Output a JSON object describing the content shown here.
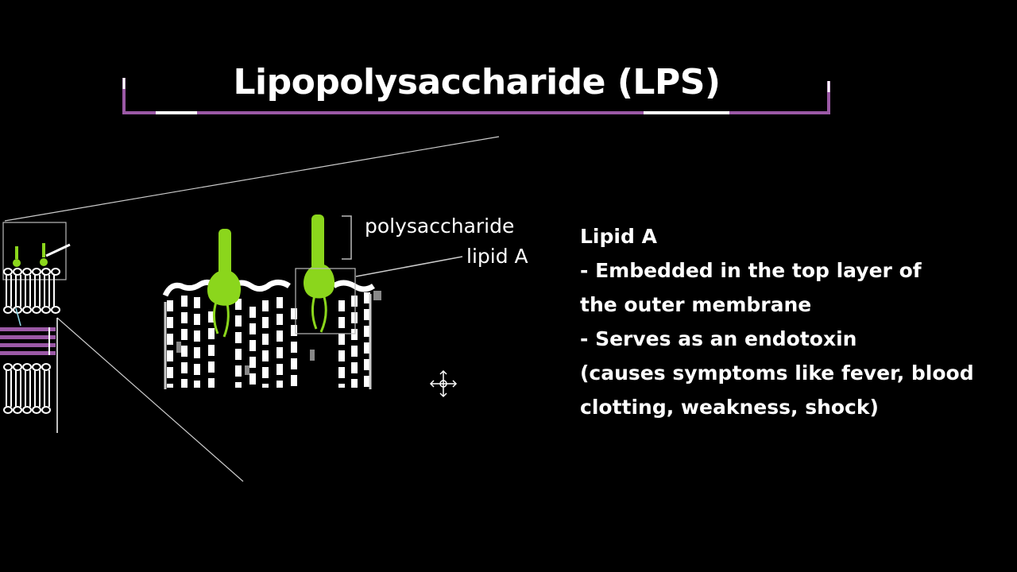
{
  "title": "Lipopolysaccharide (LPS)",
  "labels": {
    "polysaccharide": "polysaccharide",
    "lipid_a": "lipid A"
  },
  "info": {
    "heading": "Lipid A",
    "lines": [
      "- Embedded in the top layer of",
      "the outer membrane",
      "- Serves as an endotoxin",
      "(causes symptoms like fever, blood",
      "clotting, weakness, shock)"
    ]
  },
  "colors": {
    "background": "#000000",
    "bracket": "#9b59a6",
    "lps": "#8bd61c",
    "membrane": "#ffffff",
    "text": "#ffffff"
  },
  "icons": {
    "cursor": "crosshair-move-icon"
  }
}
